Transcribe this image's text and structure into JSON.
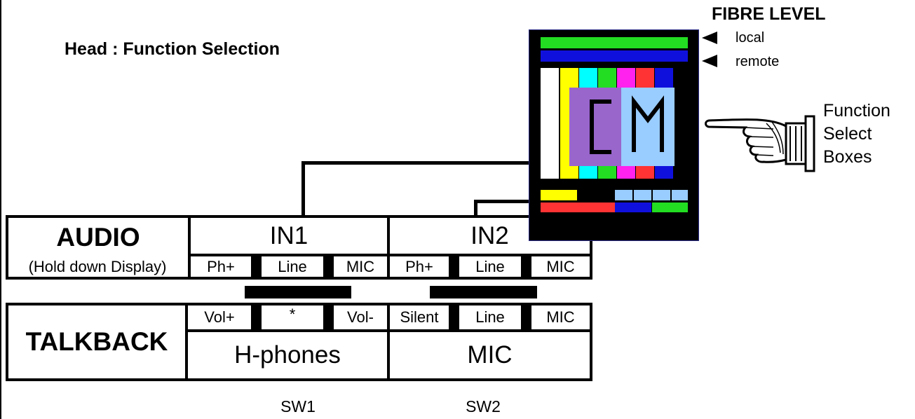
{
  "title": "Head : Function Selection",
  "fibre": {
    "title": "FIBRE LEVEL",
    "local_label": "local",
    "remote_label": "remote",
    "display_text": "CM"
  },
  "function_label": [
    "Function",
    "Select",
    "Boxes"
  ],
  "audio": {
    "label": "AUDIO",
    "sublabel": "(Hold down Display)",
    "in1": "IN1",
    "in2": "IN2",
    "in1_options": [
      "Ph+",
      "Line",
      "MIC"
    ],
    "in2_options": [
      "Ph+",
      "Line",
      "MIC"
    ]
  },
  "talkback": {
    "label": "TALKBACK",
    "hphones_options": [
      "Vol+",
      "*",
      "Vol-"
    ],
    "mic_options": [
      "Silent",
      "Line",
      "MIC"
    ],
    "hphones": "H-phones",
    "mic": "MIC"
  },
  "switches": [
    "SW1",
    "SW2"
  ],
  "colors": {
    "green": "#22dd22",
    "blue": "#1010dd",
    "yellow": "#ffff00",
    "cyan": "#00ffff",
    "magenta": "#ff22ee",
    "red": "#ff3333",
    "purple": "#9966cc",
    "lightblue": "#99ccff"
  }
}
